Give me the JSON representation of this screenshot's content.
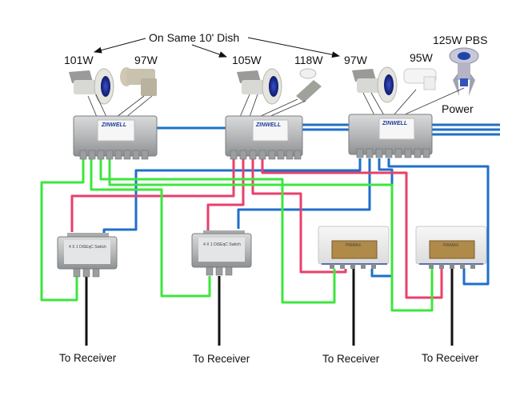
{
  "title": "On Same 10' Dish",
  "satellites": {
    "s101": "101W",
    "s97a": "97W",
    "s105": "105W",
    "s118": "118W",
    "s97b": "97W",
    "s95": "95W",
    "s125": "125W PBS"
  },
  "power_label": "Power",
  "multiswitch_brand": "ZINWELL",
  "combiner_label": "4 X 1 DiSEqC Switch",
  "terminal_label": "PRIMAX",
  "receivers": [
    "To Receiver",
    "To Receiver",
    "To Receiver",
    "To Receiver"
  ],
  "colors": {
    "green": "#3ee63e",
    "red": "#e8406a",
    "blue": "#1f6fc8",
    "black": "#111111"
  }
}
